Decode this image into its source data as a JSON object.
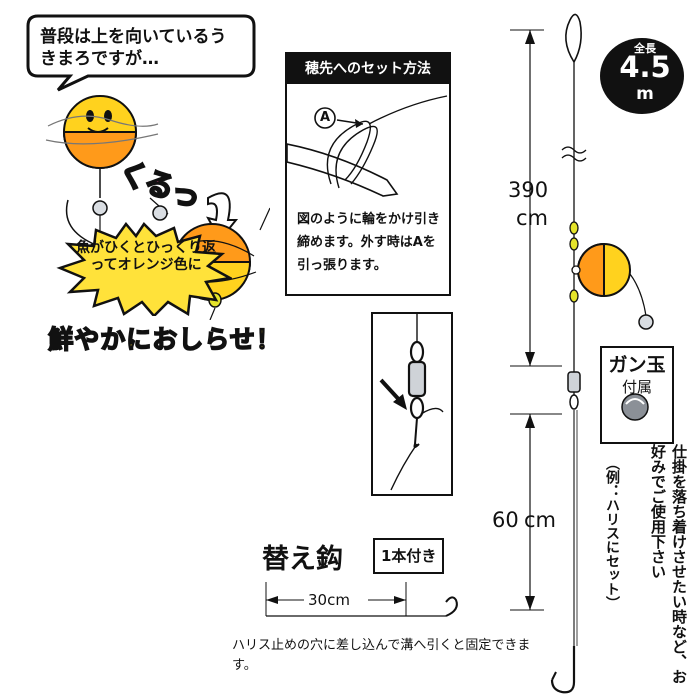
{
  "bubble": {
    "text": "普段は上を向いているうきまろですが…"
  },
  "flip_text": "くるっ",
  "callout": {
    "text": "魚がひくとひっくり返ってオレンジ色に"
  },
  "banner": {
    "text": "鮮やかにおしらせ！"
  },
  "tip_setup": {
    "title": "穂先へのセット方法",
    "marker": "A",
    "description": "図のように輪をかけ引き締めます。外す時はAを引っ張ります。"
  },
  "total_length": {
    "label": "全長",
    "value": "4.5",
    "unit": "m"
  },
  "dimensions": {
    "upper": "390",
    "upper_unit": "cm",
    "lower": "60",
    "lower_unit": "cm"
  },
  "gan_dama": {
    "title": "ガン玉",
    "subtitle": "付属"
  },
  "usage_note": {
    "text": "仕掛を落ち着けさせたい時など、お好みでご使用下さい",
    "example": "（例：ハリスにセット）"
  },
  "spare_hook": {
    "title": "替え鈎",
    "count_label": "1本付き",
    "length_value": "30",
    "length_unit": "cm",
    "note": "ハリス止めの穴に差し込んで溝へ引くと固定できます。"
  },
  "colors": {
    "float_yellow": "#ffd21e",
    "float_orange": "#ff9a1a",
    "banner_text": "#ffe23a",
    "flip_pink": "#ff4fa0",
    "swivel_yellow": "#e5e42a"
  }
}
